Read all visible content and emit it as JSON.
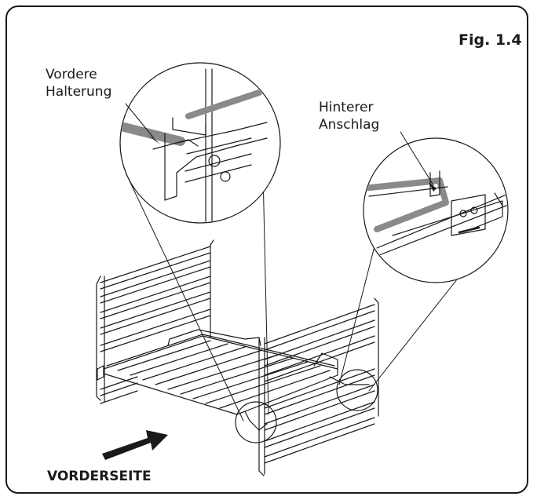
{
  "figure": {
    "label": "Fig. 1.4"
  },
  "callouts": {
    "front": {
      "line1": "Vordere",
      "line2": "Halterung"
    },
    "rear": {
      "line1": "Hinterer",
      "line2": "Anschlag"
    }
  },
  "front_label": "VORDERSEITE",
  "icons": {
    "front_arrow": "arrow-icon"
  },
  "colors": {
    "line": "#1a1a1a",
    "rail": "#8a8a8a",
    "border": "#1a1a1a"
  }
}
